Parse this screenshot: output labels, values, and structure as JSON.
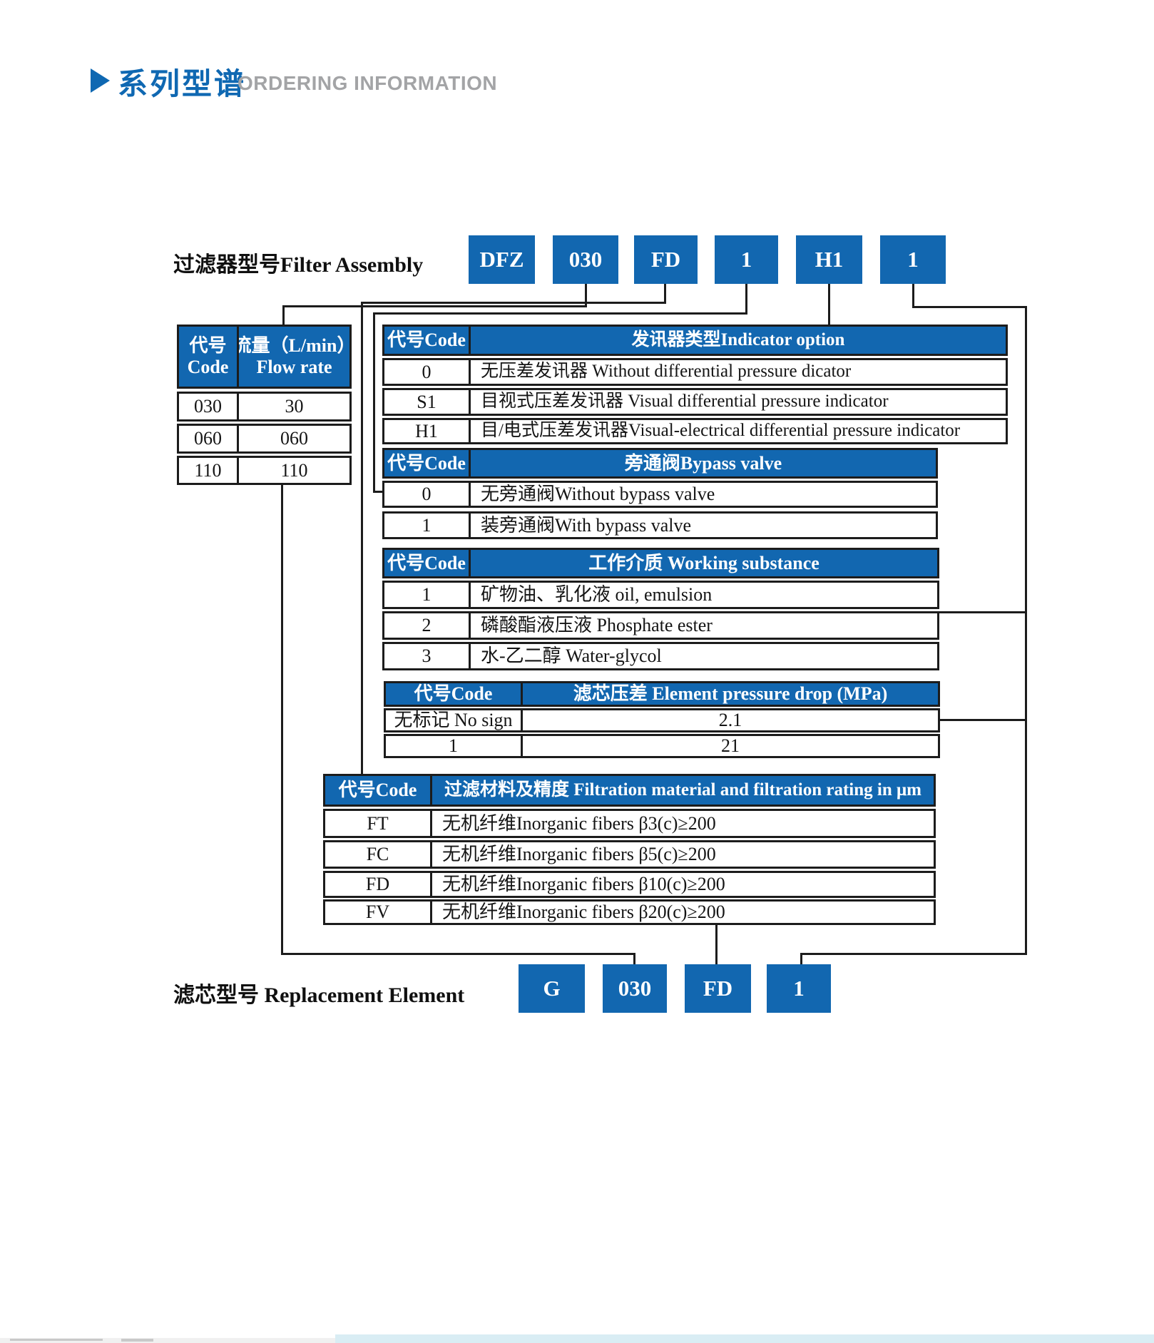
{
  "header": {
    "title_zh": "系列型谱",
    "title_en": "ORDERING INFORMATION"
  },
  "colors": {
    "accent_blue": "#1267b0",
    "line_black": "#1c1c1c",
    "muted_gray": "#a3a4a6",
    "footer_strip_blue": "#d9edf4"
  },
  "filter_assembly": {
    "label": "过滤器型号Filter Assembly",
    "codes": [
      "DFZ",
      "030",
      "FD",
      "1",
      "H1",
      "1"
    ]
  },
  "replacement_element": {
    "label": "滤芯型号 Replacement Element",
    "codes": [
      "G",
      "030",
      "FD",
      "1"
    ]
  },
  "tables": {
    "flow": {
      "header_col1": [
        "代号",
        "Code"
      ],
      "header_col2": [
        "流量（L/min）",
        "Flow rate"
      ],
      "rows": [
        [
          "030",
          "30"
        ],
        [
          "060",
          "060"
        ],
        [
          "110",
          "110"
        ]
      ]
    },
    "indicator": {
      "header_col1": "代号Code",
      "header_col2": "发讯器类型Indicator option",
      "rows": [
        [
          "0",
          "无压差发讯器 Without differential pressure dicator"
        ],
        [
          "S1",
          "目视式压差发讯器 Visual differential pressure indicator"
        ],
        [
          "H1",
          "目/电式压差发讯器Visual-electrical differential pressure indicator"
        ]
      ]
    },
    "bypass": {
      "header_col1": "代号Code",
      "header_col2": "旁通阀Bypass valve",
      "rows": [
        [
          "0",
          "无旁通阀Without bypass valve"
        ],
        [
          "1",
          "装旁通阀With bypass valve"
        ]
      ]
    },
    "working": {
      "header_col1": "代号Code",
      "header_col2": "工作介质 Working substance",
      "rows": [
        [
          "1",
          "矿物油、乳化液 oil, emulsion"
        ],
        [
          "2",
          "磷酸酯液压液 Phosphate ester"
        ],
        [
          "3",
          "水-乙二醇 Water-glycol"
        ]
      ]
    },
    "pressure": {
      "header_col1": "代号Code",
      "header_col2": "滤芯压差 Element pressure drop (MPa)",
      "rows": [
        [
          "无标记 No sign",
          "2.1"
        ],
        [
          "1",
          "21"
        ]
      ]
    },
    "filtration": {
      "header_col1": "代号Code",
      "header_col2": "过滤材料及精度 Filtration material and filtration rating in μm",
      "rows": [
        [
          "FT",
          "无机纤维Inorganic fibers β3(c)≥200"
        ],
        [
          "FC",
          "无机纤维Inorganic fibers β5(c)≥200"
        ],
        [
          "FD",
          "无机纤维Inorganic fibers β10(c)≥200"
        ],
        [
          "FV",
          "无机纤维Inorganic fibers β20(c)≥200"
        ]
      ]
    }
  }
}
